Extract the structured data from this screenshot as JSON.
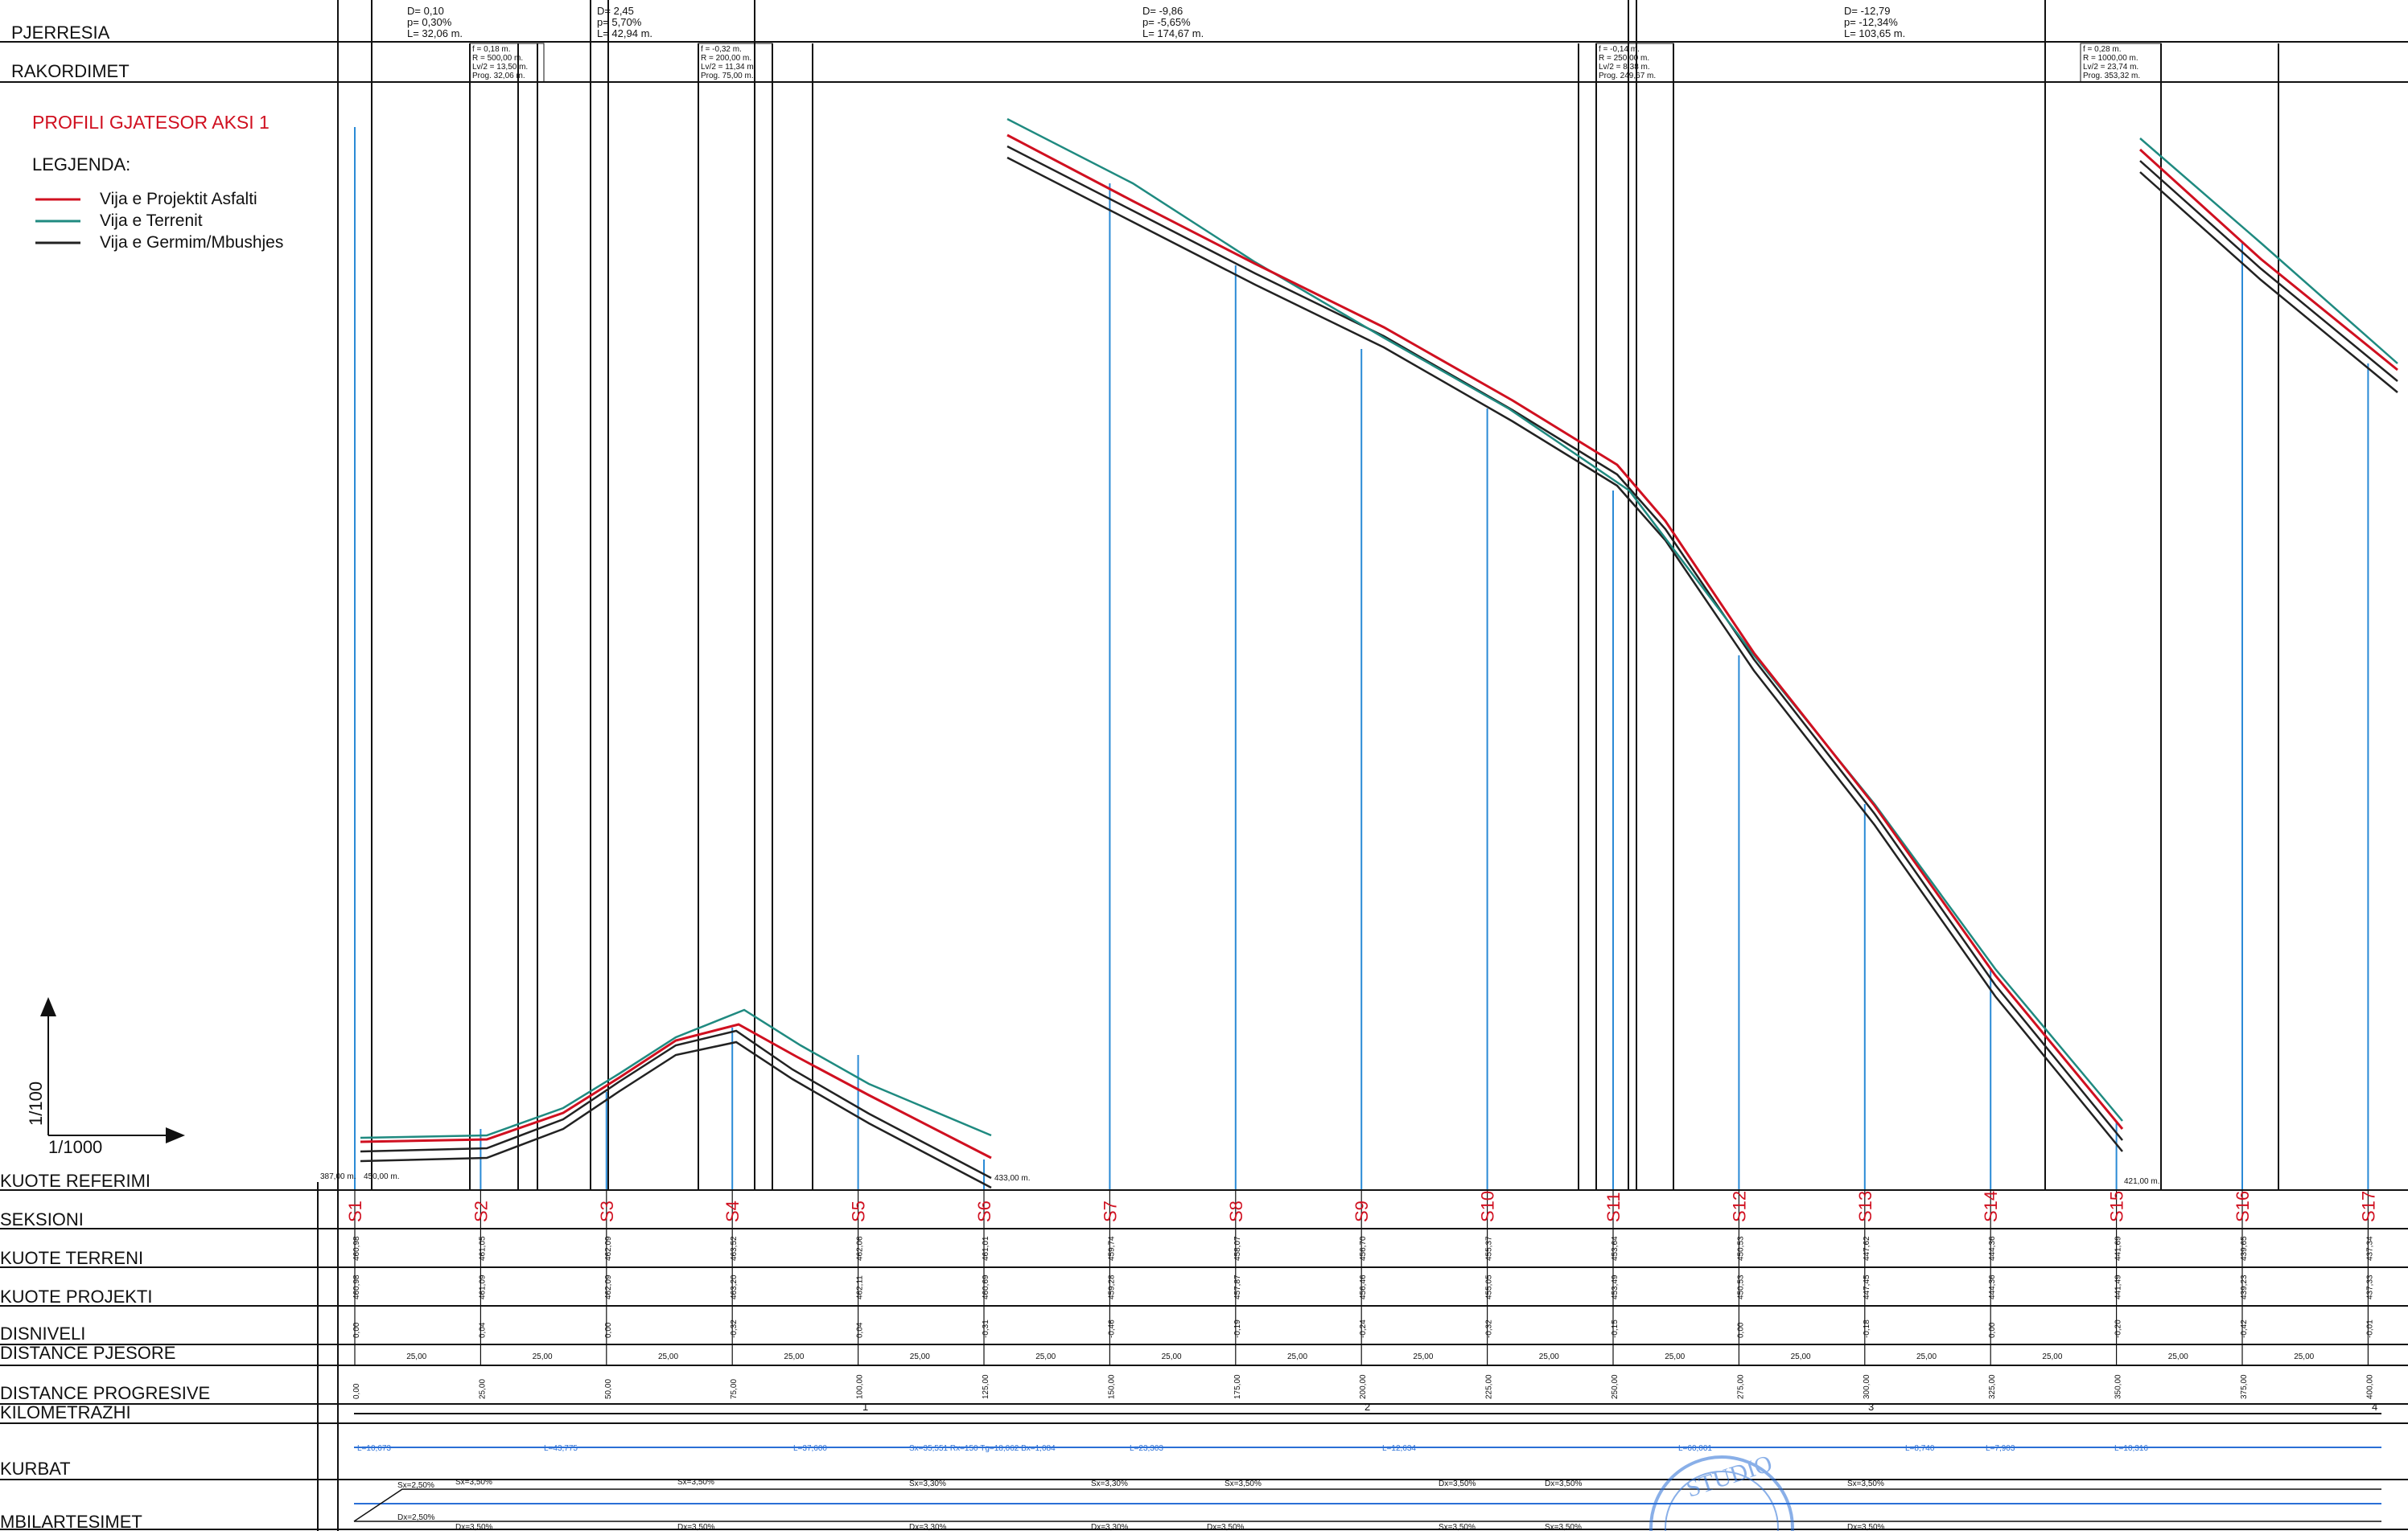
{
  "title": "PROFILI GJATESOR AKSI 1",
  "legend": {
    "heading": "LEGJENDA:",
    "items": [
      {
        "label": "Vija e Projektit Asfalti",
        "color": "#d01020"
      },
      {
        "label": "Vija e Terrenit",
        "color": "#1f8a80"
      },
      {
        "label": "Vija e Germim/Mbushjes",
        "color": "#222222"
      }
    ]
  },
  "scale": {
    "vertical": "1/100",
    "horizontal": "1/1000"
  },
  "top_rows": {
    "pjerresia": "PJERRESIA",
    "rakordimet": "RAKORDIMET"
  },
  "grades": [
    {
      "d": "D= 0,10",
      "p": "p= 0,30%",
      "l": "L= 32,06 m."
    },
    {
      "d": "D= 2,45",
      "p": "p= 5,70%",
      "l": "L= 42,94 m."
    },
    {
      "d": "D= -9,86",
      "p": "p= -5,65%",
      "l": "L= 174,67 m."
    },
    {
      "d": "D= -12,79",
      "p": "p= -12,34%",
      "l": "L= 103,65 m."
    }
  ],
  "vertical_curves": [
    {
      "f": "f = 0,18 m.",
      "r": "R = 500,00 m.",
      "lv": "Lv/2 = 13,50 m.",
      "prog": "Prog. 32,06 m."
    },
    {
      "f": "f = -0,32 m.",
      "r": "R = 200,00 m.",
      "lv": "Lv/2 = 11,34 m.",
      "prog": "Prog. 75,00 m."
    },
    {
      "f": "f = -0,14 m.",
      "r": "R = 250,00 m.",
      "lv": "Lv/2 = 8,38 m.",
      "prog": "Prog. 249,67 m."
    },
    {
      "f": "f = 0,28 m.",
      "r": "R = 1000,00 m.",
      "lv": "Lv/2 = 23,74 m.",
      "prog": "Prog. 353,32 m."
    }
  ],
  "reference_marks": [
    "387,00 m.",
    "450,00 m.",
    "433,00 m.",
    "421,00 m."
  ],
  "rows": {
    "kuote_referimi": "KUOTE REFERIMI",
    "seksioni": "SEKSIONI",
    "kuote_terreni": "KUOTE TERRENI",
    "kuote_projekti": "KUOTE PROJEKTI",
    "disniveli": "DISNIVELI",
    "distance_pjesore": "DISTANCE PJESORE",
    "distance_progresive": "DISTANCE PROGRESIVE",
    "kilometrazhi": "KILOMETRAZHI",
    "kurbat": "KURBAT",
    "mbilartesimet": "MBILARTESIMET"
  },
  "sections": [
    {
      "name": "S1",
      "terrain": "460,98",
      "project": "460,98",
      "diff": "0,00",
      "prog": "0,00"
    },
    {
      "name": "S2",
      "terrain": "461,05",
      "project": "461,09",
      "diff": "0,04",
      "prog": "25,00"
    },
    {
      "name": "S3",
      "terrain": "462,09",
      "project": "462,09",
      "diff": "0,00",
      "prog": "50,00"
    },
    {
      "name": "S4",
      "terrain": "463,52",
      "project": "463,20",
      "diff": "-0,32",
      "prog": "75,00"
    },
    {
      "name": "S5",
      "terrain": "462,06",
      "project": "462,11",
      "diff": "0,04",
      "prog": "100,00"
    },
    {
      "name": "S6",
      "terrain": "461,01",
      "project": "460,69",
      "diff": "-0,31",
      "prog": "125,00"
    },
    {
      "name": "S7",
      "terrain": "459,74",
      "project": "459,28",
      "diff": "-0,46",
      "prog": "150,00"
    },
    {
      "name": "S8",
      "terrain": "458,07",
      "project": "457,87",
      "diff": "-0,19",
      "prog": "175,00"
    },
    {
      "name": "S9",
      "terrain": "456,70",
      "project": "456,46",
      "diff": "-0,24",
      "prog": "200,00"
    },
    {
      "name": "S10",
      "terrain": "455,37",
      "project": "455,05",
      "diff": "-0,32",
      "prog": "225,00"
    },
    {
      "name": "S11",
      "terrain": "453,64",
      "project": "453,49",
      "diff": "-0,15",
      "prog": "250,00"
    },
    {
      "name": "S12",
      "terrain": "450,53",
      "project": "450,53",
      "diff": "0,00",
      "prog": "275,00"
    },
    {
      "name": "S13",
      "terrain": "447,62",
      "project": "447,45",
      "diff": "-0,18",
      "prog": "300,00"
    },
    {
      "name": "S14",
      "terrain": "444,36",
      "project": "444,36",
      "diff": "0,00",
      "prog": "325,00"
    },
    {
      "name": "S15",
      "terrain": "441,69",
      "project": "441,49",
      "diff": "-0,20",
      "prog": "350,00"
    },
    {
      "name": "S16",
      "terrain": "439,65",
      "project": "439,23",
      "diff": "-0,42",
      "prog": "375,00"
    },
    {
      "name": "S17",
      "terrain": "437,34",
      "project": "437,33",
      "diff": "-0,01",
      "prog": "400,00"
    }
  ],
  "partial_distance": "25,00",
  "km_marks": [
    "1",
    "2",
    "3",
    "4"
  ],
  "curves": [
    "L=10,673",
    "L=43,775",
    "L=37,600",
    "Sx=35,551 Rx=150 Tg=18,062 Bx=1,084",
    "L=23,303",
    "L=12,634",
    "L=60,001",
    "L=8,740",
    "L=7,903",
    "L=10,316"
  ],
  "superelevation": {
    "upper": [
      "Sx=2,50%",
      "Sx=3,50%",
      "Sx=3,50%",
      "Sx=3,30%",
      "Sx=3,30%",
      "Sx=3,50%",
      "Dx=3,50%",
      "Dx=3,50%",
      "Sx=3,50%"
    ],
    "lower": [
      "Dx=2,50%",
      "Dx=3,50%",
      "Dx=3,50%",
      "Dx=3,30%",
      "Dx=3,30%",
      "Dx=3,50%",
      "Sx=3,50%",
      "Sx=3,50%",
      "Dx=3,50%"
    ]
  },
  "stamp_text": "STUDIO"
}
